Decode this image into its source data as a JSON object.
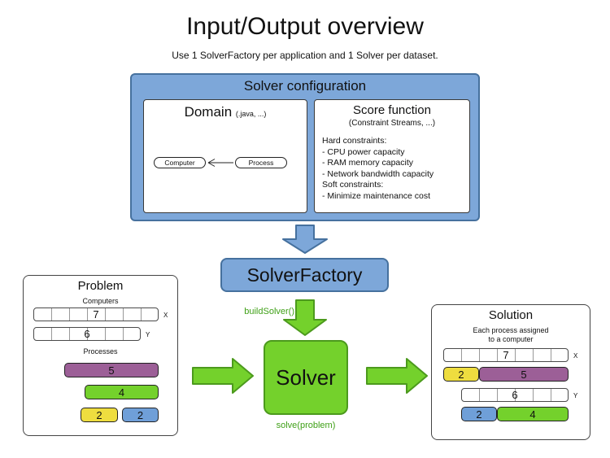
{
  "title": "Input/Output overview",
  "subtitle": "Use 1 SolverFactory per application and 1 Solver per dataset.",
  "solver_configuration": {
    "title": "Solver configuration",
    "domain": {
      "title": "Domain",
      "suffix": "(.java, ...)",
      "computer": "Computer",
      "process": "Process"
    },
    "score_function": {
      "title": "Score function",
      "subtitle": "(Constraint Streams, ...)",
      "lines": [
        "Hard constraints:",
        "- CPU power capacity",
        "- RAM memory capacity",
        "- Network bandwidth capacity",
        "Soft constraints:",
        "- Minimize maintenance cost"
      ]
    }
  },
  "solver_factory": {
    "label": "SolverFactory",
    "method": "buildSolver()"
  },
  "solver": {
    "label": "Solver",
    "method": "solve(problem)"
  },
  "problem": {
    "title": "Problem",
    "computers_label": "Computers",
    "computers": [
      {
        "capacity": "7",
        "axis": "X"
      },
      {
        "capacity": "6",
        "axis": "Y"
      }
    ],
    "processes_label": "Processes",
    "processes": [
      {
        "size": "5",
        "color": "purple"
      },
      {
        "size": "4",
        "color": "green"
      },
      {
        "size": "2",
        "color": "yellow"
      },
      {
        "size": "2",
        "color": "blue"
      }
    ]
  },
  "solution": {
    "title": "Solution",
    "note_line1": "Each process assigned",
    "note_line2": "to a computer",
    "computers": [
      {
        "capacity": "7",
        "axis": "X",
        "assigned": [
          {
            "size": "2",
            "color": "yellow"
          },
          {
            "size": "5",
            "color": "purple"
          }
        ]
      },
      {
        "capacity": "6",
        "axis": "Y",
        "assigned": [
          {
            "size": "2",
            "color": "blue"
          },
          {
            "size": "4",
            "color": "green"
          }
        ]
      }
    ]
  },
  "colors": {
    "blue_fill": "#7da7d9",
    "blue_border": "#46719e",
    "green_fill": "#74d12c",
    "green_border": "#4c9a1d",
    "green_text": "#3fa017",
    "purple": "#9c5f97",
    "yellow": "#eedd3f",
    "process_blue": "#6f9fd8"
  }
}
